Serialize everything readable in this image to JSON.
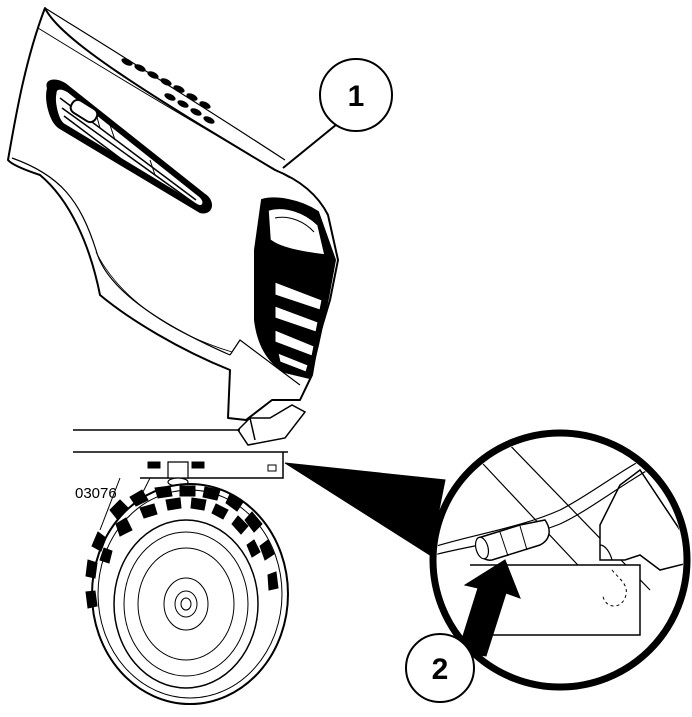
{
  "figure": {
    "part_code": "03076",
    "callouts": [
      {
        "id": "1",
        "label": "1"
      },
      {
        "id": "2",
        "label": "2"
      }
    ]
  }
}
